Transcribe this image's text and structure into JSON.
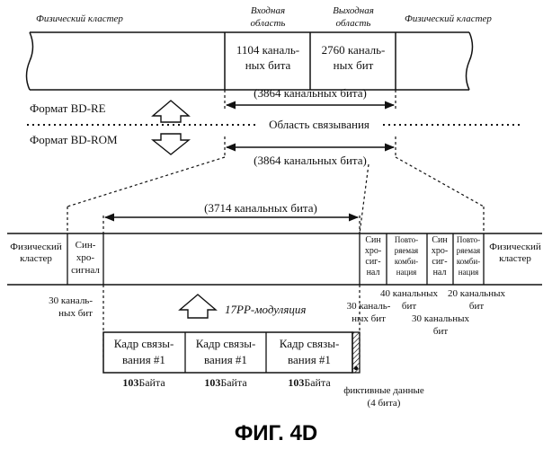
{
  "top": {
    "left_cluster": "Физический кластер",
    "right_cluster": "Физический кластер",
    "input_area": [
      "Входная",
      "область"
    ],
    "output_area": [
      "Выходная",
      "область"
    ],
    "input_cell": [
      "1104 каналь-",
      "ных бита"
    ],
    "output_cell": [
      "2760 каналь-",
      "ных бит"
    ],
    "total_bits": "(3864 канальных бита)"
  },
  "formats": {
    "bd_re": "Формат BD-RE",
    "bd_rom": "Формат BD-ROM",
    "linking_area": "Область связывания",
    "total_bits_rom": "(3864 канальных бита)"
  },
  "middle": {
    "left_cluster": [
      "Физический",
      "кластер"
    ],
    "sync_left": [
      "Син-",
      "хро-",
      "сигнал"
    ],
    "inner_bits": "(3714 канальных бита)",
    "sync_mid": [
      "Син",
      "хро-",
      "сиг-",
      "нал"
    ],
    "repeat_mid": [
      "Повто-",
      "ряемая",
      "комби-",
      "нация"
    ],
    "sync_right": [
      "Син",
      "хро-",
      "сиг-",
      "нал"
    ],
    "repeat_right": [
      "Повто-",
      "ряемая",
      "комби-",
      "нация"
    ],
    "right_cluster": [
      "Физический",
      "кластер"
    ]
  },
  "bit_labels": {
    "left_30": [
      "30 каналь-",
      "ных бит"
    ],
    "mid_30": [
      "30 каналь-",
      "ных бит"
    ],
    "forty": [
      "40 канальных",
      "бит"
    ],
    "thirty_b": [
      "30 канальных",
      "бит"
    ],
    "twenty": [
      "20 канальных",
      "бит"
    ]
  },
  "modulation": "17PP-модуляция",
  "frames": [
    {
      "line1": "Кадр связы-",
      "line2": "вания #1",
      "bytes_num": "103",
      "bytes_unit": "Байта"
    },
    {
      "line1": "Кадр связы-",
      "line2": "вания #1",
      "bytes_num": "103",
      "bytes_unit": "Байта"
    },
    {
      "line1": "Кадр связы-",
      "line2": "вания #1",
      "bytes_num": "103",
      "bytes_unit": "Байта"
    }
  ],
  "dummy": [
    "фиктивные данные",
    "(4 бита)"
  ],
  "figure_title": "ФИГ. 4D"
}
